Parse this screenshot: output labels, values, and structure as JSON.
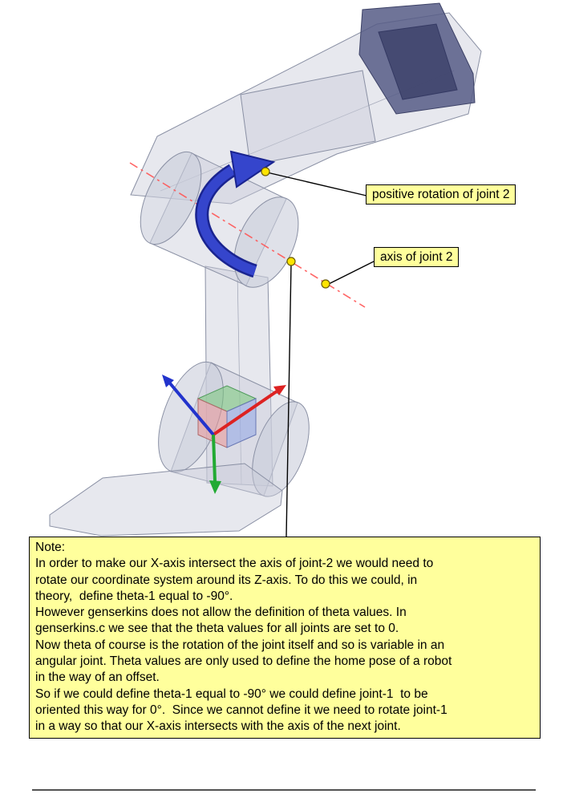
{
  "colors": {
    "background": "#FFFFFF",
    "label_bg": "#FFFF9C",
    "label_border": "#000000",
    "robot_fill": "#C9CDDA",
    "robot_stroke": "#8A90A4",
    "wrist_fill": "#565C86",
    "rotation_arrow": "#3545CC",
    "rotation_arrow_edge": "#1A2490",
    "axis_line": "#FF5555",
    "marker_fill": "#FFE400",
    "axis_x": "#DD2222",
    "axis_y": "#22AA33",
    "axis_z": "#2233CC"
  },
  "callouts": {
    "positive_rotation": {
      "label": "positive rotation of joint 2"
    },
    "axis_of_joint": {
      "label": "axis of joint 2"
    }
  },
  "note": {
    "lines": [
      "Note:",
      "In order to make our X-axis intersect the axis of joint-2 we would need to",
      "rotate our coordinate system around its Z-axis. To do this we could, in",
      "theory,  define theta-1 equal to -90°.",
      "However genserkins does not allow the definition of theta values. In",
      "genserkins.c we see that the theta values for all joints are set to 0.",
      "Now theta of course is the rotation of the joint itself and so is variable in an",
      "angular joint. Theta values are only used to define the home pose of a robot",
      "in the way of an offset.",
      "So if we could define theta-1 equal to -90° we could define joint-1  to be",
      "oriented this way for 0°.  Since we cannot define it we need to rotate joint-1",
      "in a way so that our X-axis intersects with the axis of the next joint."
    ]
  }
}
